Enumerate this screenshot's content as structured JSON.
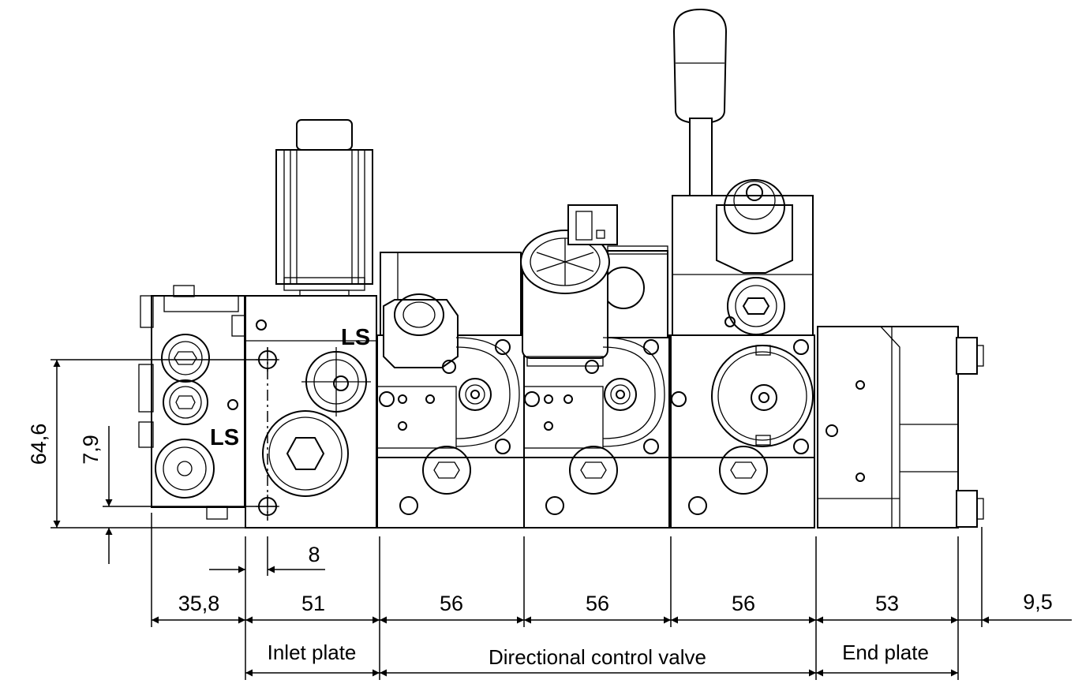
{
  "labels": {
    "ls_top": "LS",
    "ls_side": "LS"
  },
  "dimensions": {
    "height_total": "64,6",
    "height_port": "7,9",
    "port_offset": "8",
    "w_left_module": "35,8",
    "w_inlet": "51",
    "w_dcv_1": "56",
    "w_dcv_2": "56",
    "w_dcv_3": "56",
    "w_end": "53",
    "w_nut": "9,5"
  },
  "sections": {
    "inlet": "Inlet plate",
    "dcv": "Directional control valve",
    "end": "End plate"
  }
}
